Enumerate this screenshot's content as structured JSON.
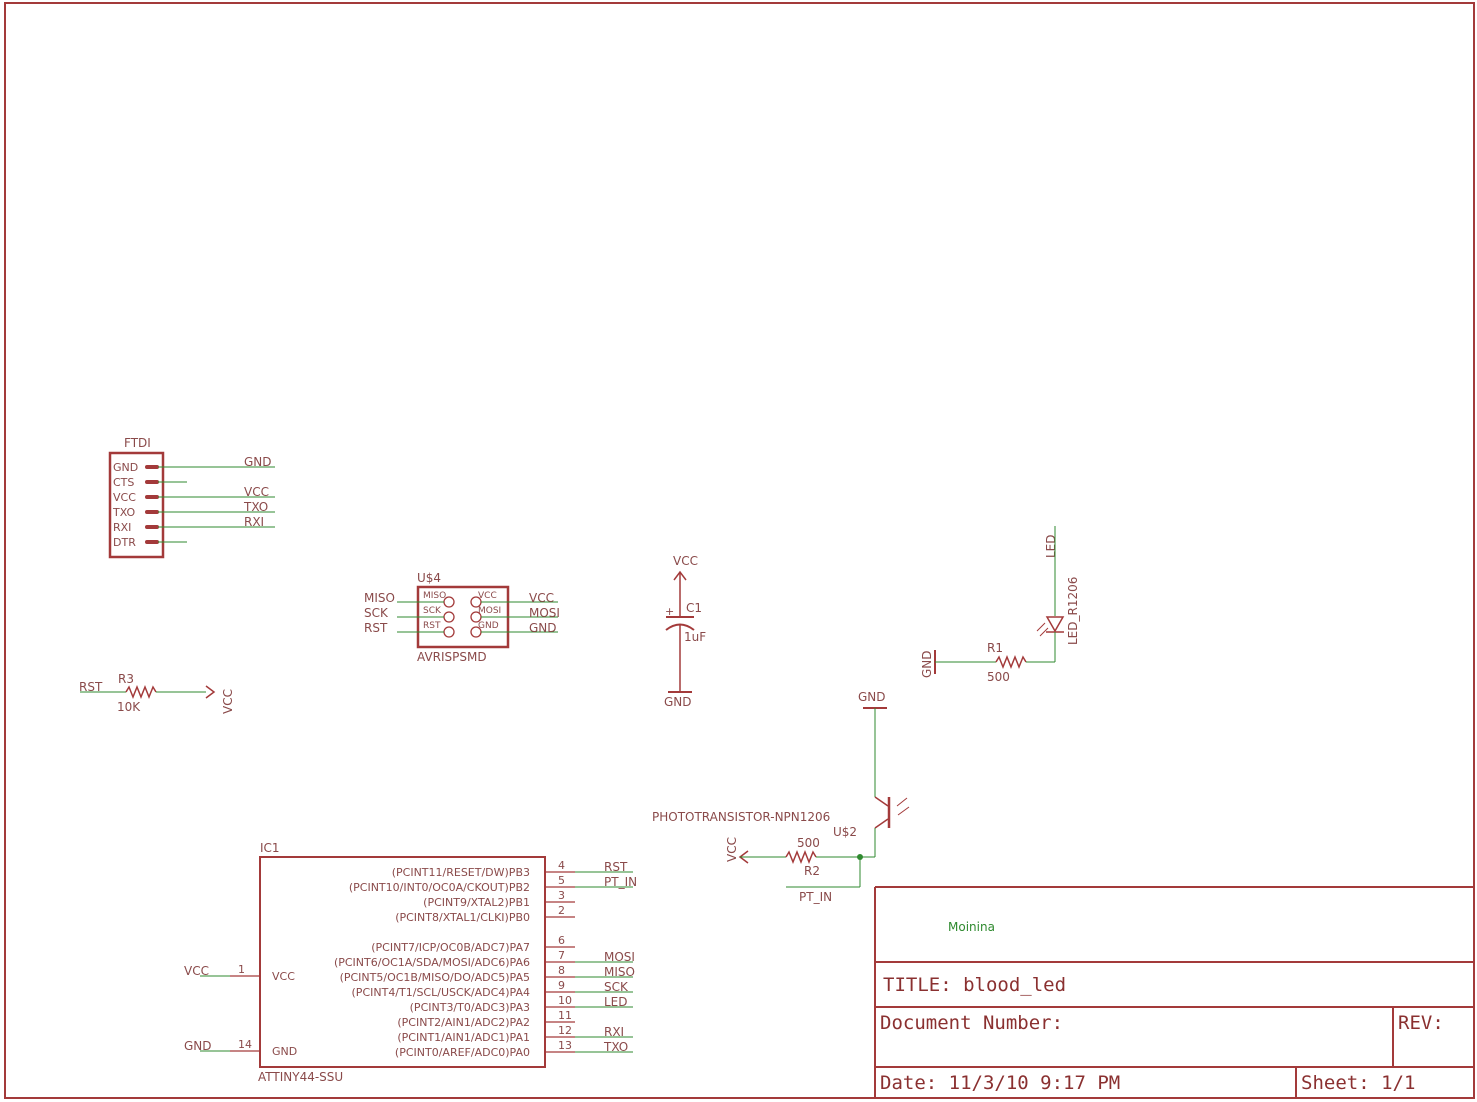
{
  "title_block": {
    "author": "Moinina",
    "title": "TITLE: blood_led",
    "document_number": "Document Number:",
    "rev": "REV:",
    "date": "Date: 11/3/10 9:17 PM",
    "sheet": "Sheet: 1/1"
  },
  "ftdi": {
    "name": "FTDI",
    "pins": [
      "GND",
      "CTS",
      "VCC",
      "TXO",
      "RXI",
      "DTR"
    ],
    "nets": [
      "GND",
      "",
      "VCC",
      "TXO",
      "RXI",
      ""
    ]
  },
  "avrisp": {
    "name": "U$4",
    "value": "AVRISPSMD",
    "left_pins": [
      "MISO",
      "SCK",
      "RST"
    ],
    "right_pins": [
      "VCC",
      "MOSI",
      "GND"
    ],
    "left_nets": [
      "MISO",
      "SCK",
      "RST"
    ],
    "right_nets": [
      "VCC",
      "MOSI",
      "GND"
    ]
  },
  "r3": {
    "name": "R3",
    "value": "10K",
    "left_net": "RST",
    "right_net": "VCC"
  },
  "c1": {
    "name": "C1",
    "value": "1uF",
    "top_net": "VCC",
    "bottom_net": "GND",
    "polarity": "+"
  },
  "led": {
    "name": "LED_R1206",
    "net": "LED"
  },
  "r1": {
    "name": "R1",
    "value": "500",
    "net": "GND"
  },
  "phototransistor": {
    "value": "PHOTOTRANSISTOR-NPN1206",
    "name": "U$2",
    "top_net": "GND"
  },
  "r2": {
    "name": "R2",
    "value": "500",
    "left_net": "VCC",
    "out_net": "PT_IN"
  },
  "ic1": {
    "name": "IC1",
    "value": "ATTINY44-SSU",
    "left_pins": [
      {
        "label": "VCC",
        "num": "1",
        "net": "VCC"
      },
      {
        "label": "GND",
        "num": "14",
        "net": "GND"
      }
    ],
    "right_pins": [
      {
        "label": "(PCINT11/RESET/DW)PB3",
        "num": "4",
        "net": "RST"
      },
      {
        "label": "(PCINT10/INT0/OC0A/CKOUT)PB2",
        "num": "5",
        "net": "PT_IN"
      },
      {
        "label": "(PCINT9/XTAL2)PB1",
        "num": "3",
        "net": ""
      },
      {
        "label": "(PCINT8/XTAL1/CLKI)PB0",
        "num": "2",
        "net": ""
      },
      {
        "label": "(PCINT7/ICP/OC0B/ADC7)PA7",
        "num": "6",
        "net": ""
      },
      {
        "label": "(PCINT6/OC1A/SDA/MOSI/ADC6)PA6",
        "num": "7",
        "net": "MOSI"
      },
      {
        "label": "(PCINT5/OC1B/MISO/DO/ADC5)PA5",
        "num": "8",
        "net": "MISO"
      },
      {
        "label": "(PCINT4/T1/SCL/USCK/ADC4)PA4",
        "num": "9",
        "net": "SCK"
      },
      {
        "label": "(PCINT3/T0/ADC3)PA3",
        "num": "10",
        "net": "LED"
      },
      {
        "label": "(PCINT2/AIN1/ADC2)PA2",
        "num": "11",
        "net": ""
      },
      {
        "label": "(PCINT1/AIN1/ADC1)PA1",
        "num": "12",
        "net": "RXI"
      },
      {
        "label": "(PCINT0/AREF/ADC0)PA0",
        "num": "13",
        "net": "TXO"
      }
    ]
  },
  "colors": {
    "part": "#a33a3a",
    "wire": "#2f8a2f",
    "text": "#8a4a4a"
  }
}
